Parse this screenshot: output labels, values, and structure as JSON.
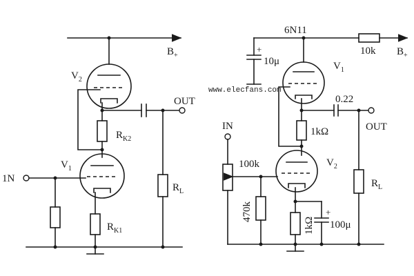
{
  "left": {
    "supply_label": "B",
    "supply_sub": "+",
    "tube_top_label": "V",
    "tube_top_sub": "2",
    "tube_bottom_label": "V",
    "tube_bottom_sub": "1",
    "rk2_label": "R",
    "rk2_sub": "K2",
    "rk1_label": "R",
    "rk1_sub": "K1",
    "rl_label": "R",
    "rl_sub": "L",
    "input_label": "1N",
    "output_label": "OUT"
  },
  "right": {
    "tube_type": "6N11",
    "supply_label": "B",
    "supply_sub": "+",
    "r_supply_label": "10k",
    "cap_supply_label": "10μ",
    "tube_top_label": "V",
    "tube_top_sub": "1",
    "tube_bottom_label": "V",
    "tube_bottom_sub": "2",
    "coupling_cap_label": "0.22",
    "output_label": "OUT",
    "r_mid_label": "1kΩ",
    "input_label": "IN",
    "pot_label": "100k",
    "rl_label": "R",
    "rl_sub": "L",
    "r_grid_label": "470k",
    "r_cathode_label": "1kΩ",
    "cap_cathode_label": "100μ"
  },
  "watermark": "www.elecfans.com"
}
